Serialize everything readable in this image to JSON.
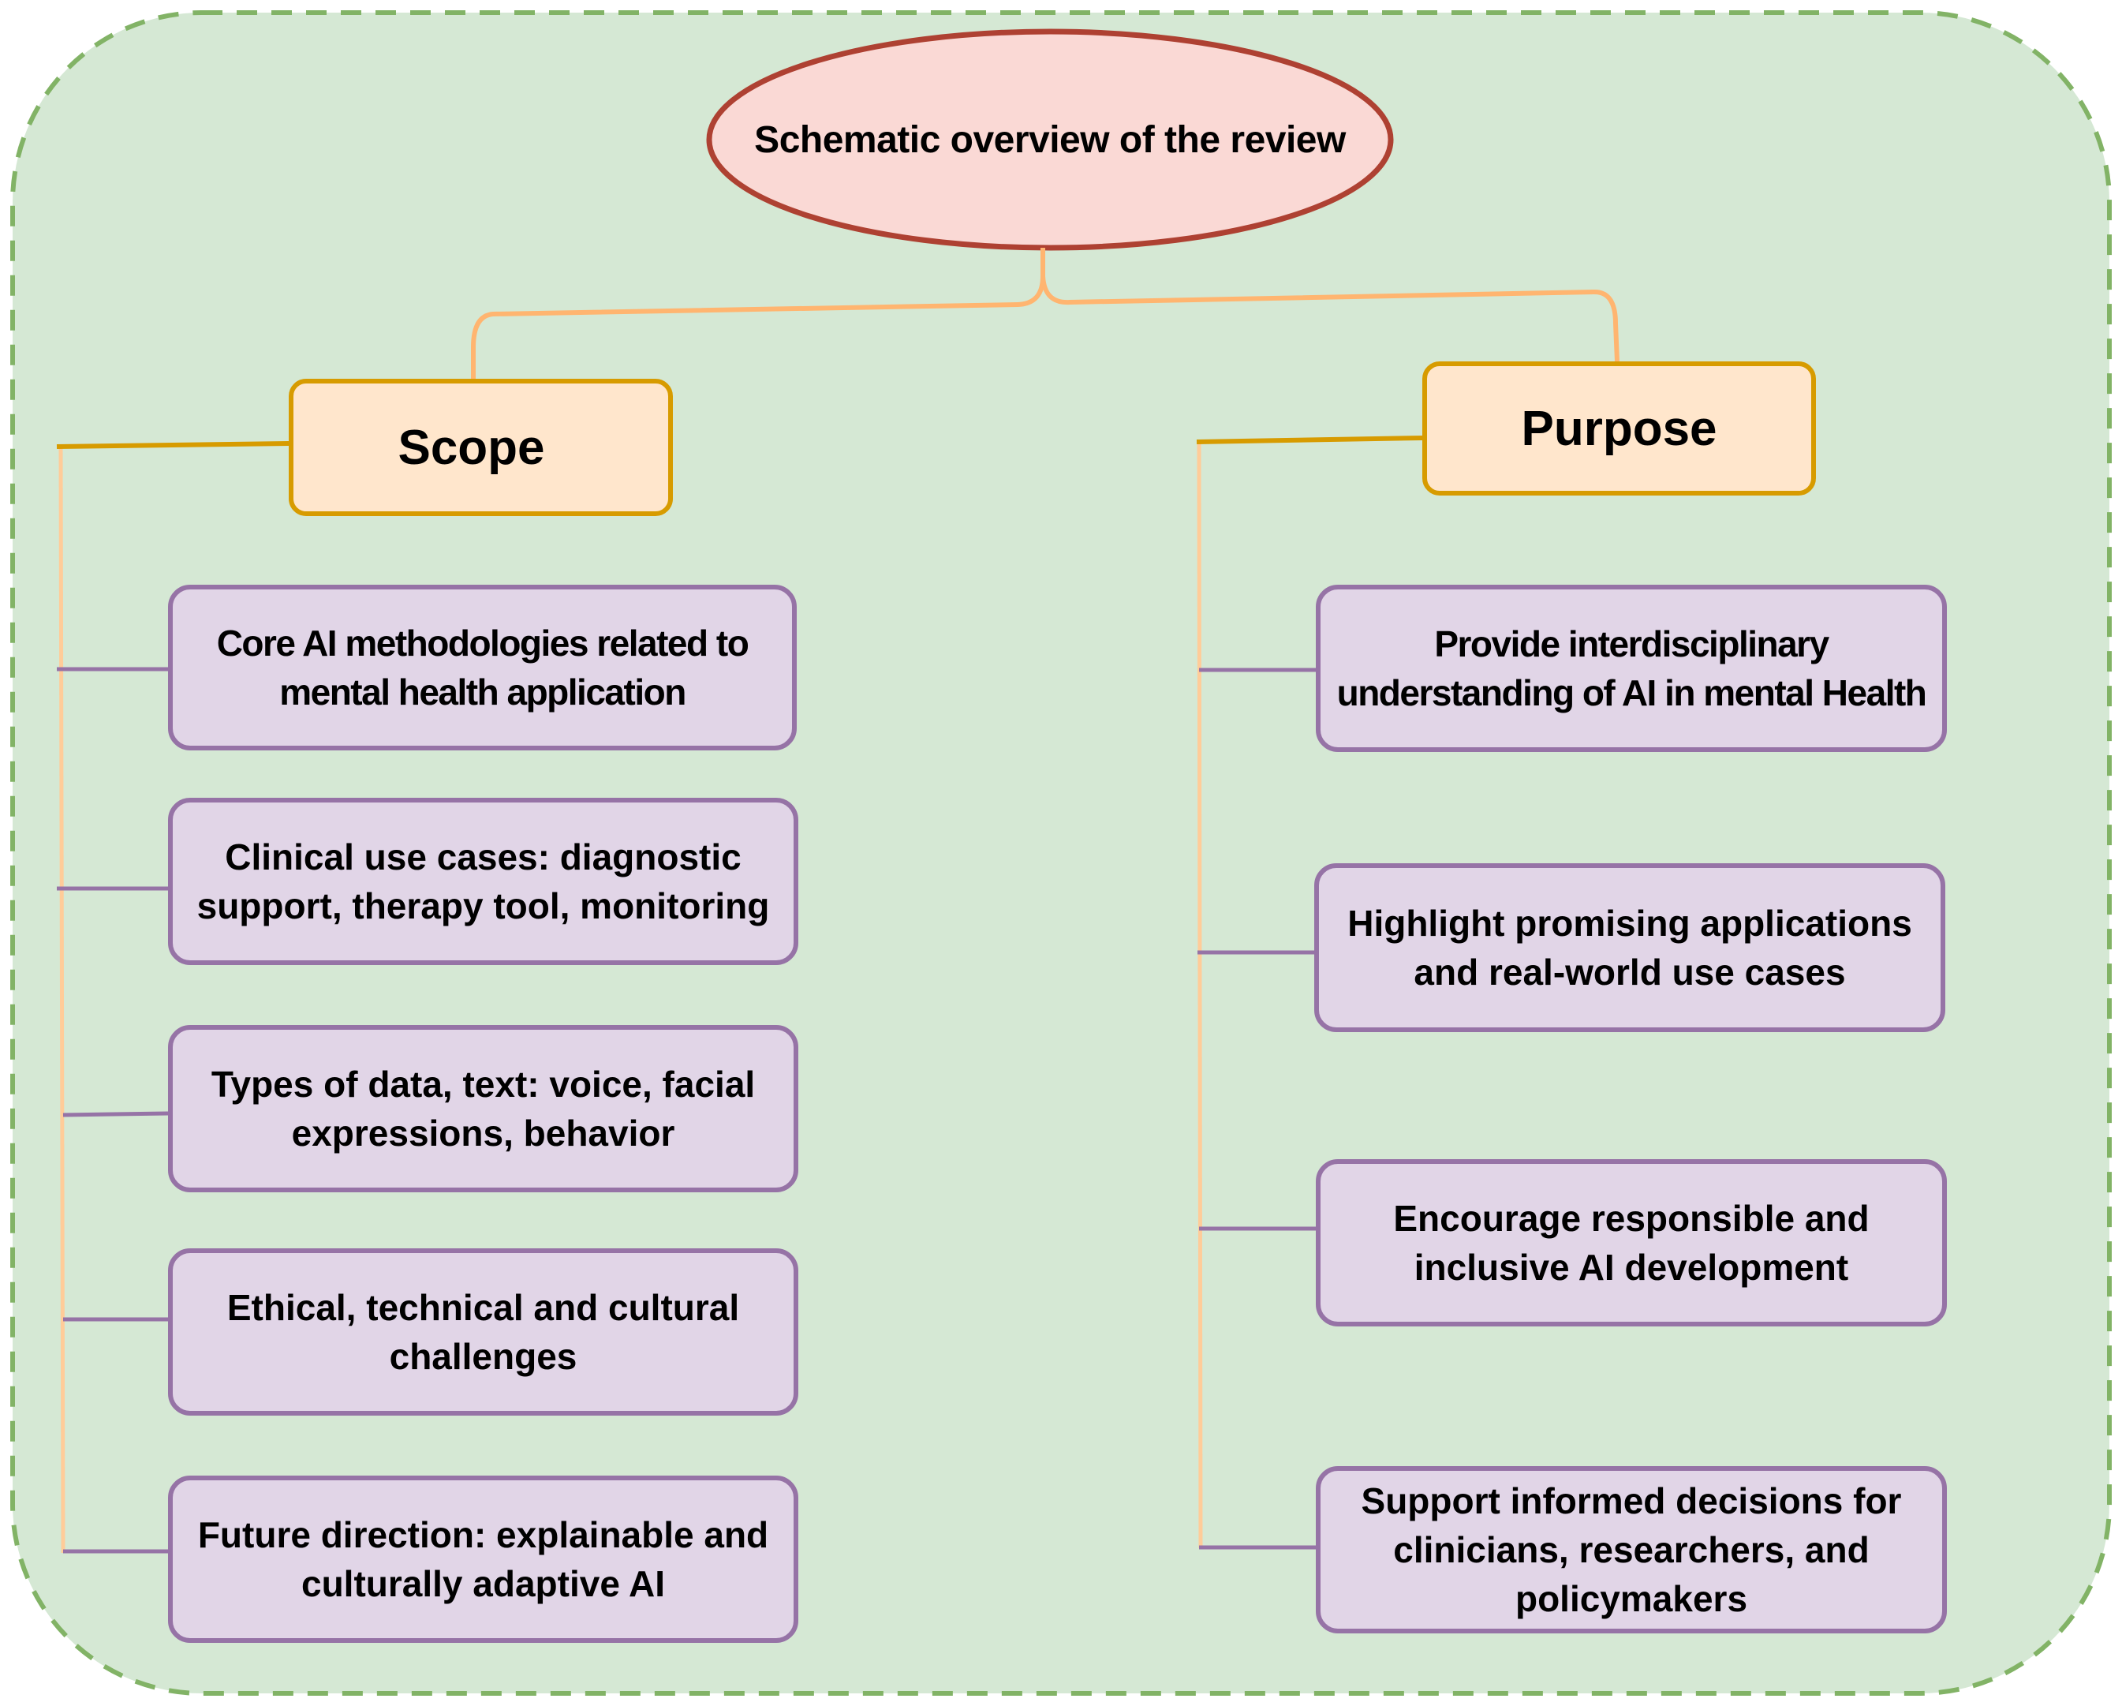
{
  "title": "Schematic overview of the review",
  "colors": {
    "background": "#d5e8d4",
    "border": "#82b366",
    "title_fill": "#fad9d5",
    "title_stroke": "#ae4132",
    "header_fill": "#ffe6cc",
    "header_stroke": "#d79b00",
    "item_fill": "#e1d5e7",
    "item_stroke": "#9673a6",
    "connector": "#ffb570",
    "spine": "#ffcc99"
  },
  "scope": {
    "label": "Scope",
    "items": [
      "Core AI methodologies related to mental health application",
      "Clinical use cases: diagnostic support, therapy tool, monitoring",
      "Types of data, text: voice, facial expressions, behavior",
      "Ethical, technical and cultural challenges",
      "Future direction: explainable and culturally adaptive AI"
    ]
  },
  "purpose": {
    "label": "Purpose",
    "items": [
      "Provide interdisciplinary understanding of AI in mental Health",
      "Highlight promising applications and real-world use cases",
      "Encourage responsible and inclusive AI development",
      "Support informed decisions for clinicians, researchers, and policymakers"
    ]
  }
}
